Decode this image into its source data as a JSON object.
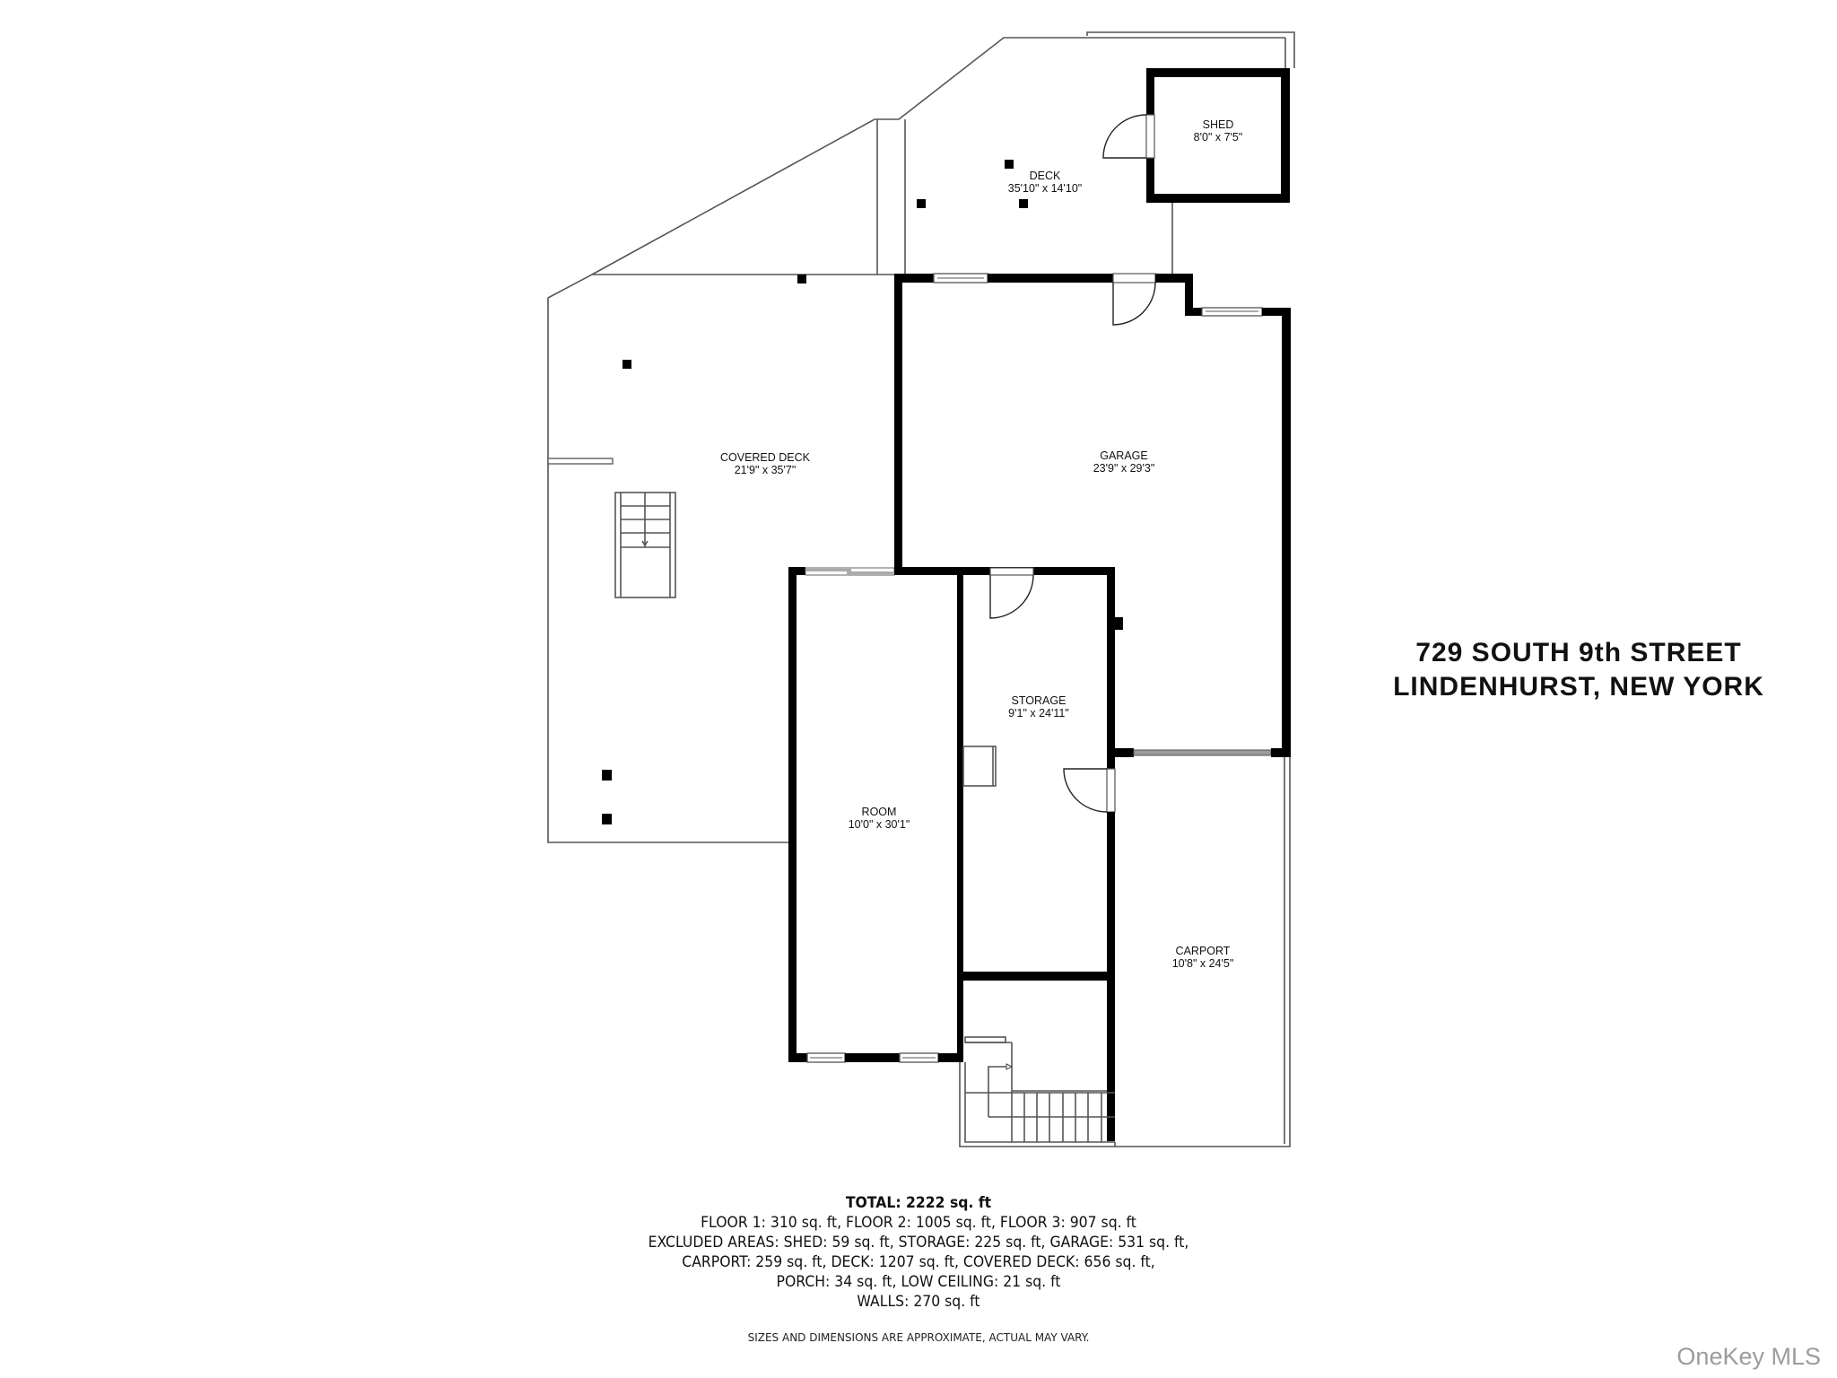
{
  "address": {
    "line1": "729 SOUTH 9th STREET",
    "line2": "LINDENHURST, NEW YORK"
  },
  "rooms": {
    "deck": {
      "name": "DECK",
      "dims": "35'10\" x 14'10\""
    },
    "shed": {
      "name": "SHED",
      "dims": "8'0\" x 7'5\""
    },
    "covered_deck": {
      "name": "COVERED DECK",
      "dims": "21'9\" x 35'7\""
    },
    "garage": {
      "name": "GARAGE",
      "dims": "23'9\" x 29'3\""
    },
    "storage": {
      "name": "STORAGE",
      "dims": "9'1\" x 24'11\""
    },
    "room": {
      "name": "ROOM",
      "dims": "10'0\" x 30'1\""
    },
    "carport": {
      "name": "CARPORT",
      "dims": "10'8\" x 24'5\""
    }
  },
  "summary": {
    "total": "TOTAL: 2222 sq. ft",
    "lines": [
      "FLOOR 1: 310 sq. ft, FLOOR 2: 1005 sq. ft, FLOOR 3: 907 sq. ft",
      "EXCLUDED AREAS: SHED: 59 sq. ft, STORAGE: 225 sq. ft, GARAGE: 531 sq. ft,",
      "CARPORT: 259 sq. ft, DECK: 1207 sq. ft, COVERED DECK: 656 sq. ft,",
      "PORCH: 34 sq. ft, LOW CEILING: 21 sq. ft",
      "WALLS: 270 sq. ft"
    ]
  },
  "disclaimer": "SIZES AND DIMENSIONS ARE APPROXIMATE, ACTUAL MAY VARY.",
  "watermark": "OneKey MLS"
}
